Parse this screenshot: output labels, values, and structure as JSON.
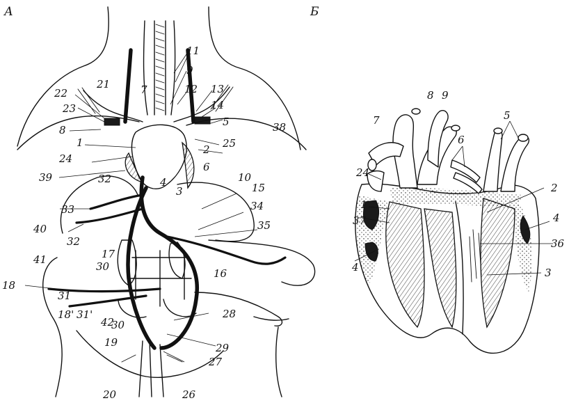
{
  "panels": {
    "left": "А",
    "right": "Б"
  },
  "labels_left": [
    "11",
    "9",
    "21",
    "7",
    "12",
    "13",
    "22",
    "23",
    "14",
    "8",
    "5",
    "38",
    "1",
    "25",
    "24",
    "2",
    "6",
    "39",
    "32",
    "4",
    "10",
    "3",
    "15",
    "33",
    "34",
    "40",
    "35",
    "32",
    "41",
    "17",
    "30",
    "16",
    "18",
    "31",
    "18'",
    "31'",
    "28",
    "42",
    "30",
    "29",
    "19",
    "27",
    "20",
    "26"
  ],
  "labels_right": [
    "8",
    "9",
    "7",
    "5",
    "6",
    "24",
    "2",
    "1",
    "37",
    "4",
    "36",
    "4",
    "3"
  ]
}
